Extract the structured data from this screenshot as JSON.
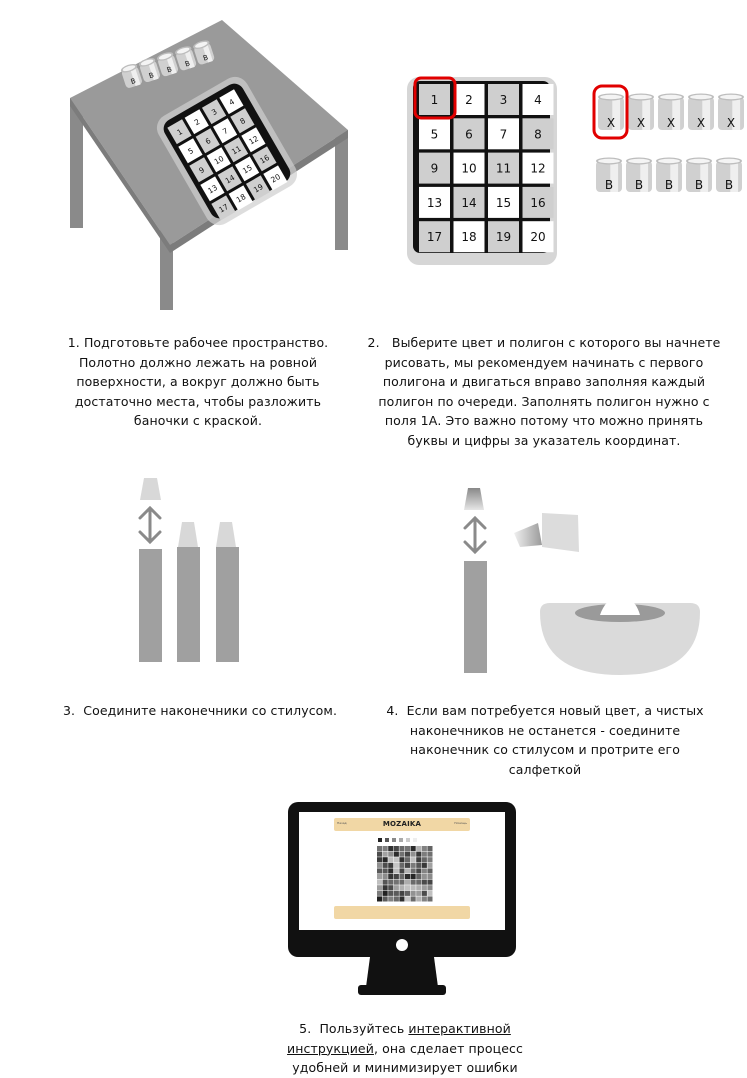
{
  "grid_numbers": [
    "1",
    "2",
    "3",
    "4",
    "5",
    "6",
    "7",
    "8",
    "9",
    "10",
    "11",
    "12",
    "13",
    "14",
    "15",
    "16",
    "17",
    "18",
    "19",
    "20"
  ],
  "cup_top_labels": [
    "X",
    "X",
    "X",
    "X",
    "X"
  ],
  "cup_bottom_labels": [
    "B",
    "B",
    "B",
    "B",
    "B"
  ],
  "table_cup_labels": [
    "B",
    "B",
    "B",
    "B",
    "B"
  ],
  "steps": [
    {
      "number": "1.",
      "lines": [
        "Подготовьте рабочее пространство.",
        "Полотно должно лежать на ровной",
        "поверхности, а вокруг должно быть",
        "достаточно места, чтобы разложить",
        "баночки с краской."
      ]
    },
    {
      "number": "2.",
      "lines": [
        "Выберите цвет и полигон с которого вы начнете",
        "рисовать, мы рекомендуем начинать с первого",
        "полигона и двигаться вправо заполняя каждый",
        "полигон по очереди. Заполнять полигон нужно с",
        "поля 1А. Это важно потому что можно принять",
        "буквы и цифры за указатель координат."
      ]
    },
    {
      "number": "3.",
      "lines": [
        "Соедините наконечники со стилусом."
      ]
    },
    {
      "number": "4.",
      "lines": [
        "Если вам потребуется новый цвет, а чистых",
        "наконечников не останется - соедините",
        "наконечник со стилусом и протрите его",
        "салфеткой"
      ]
    },
    {
      "number": "5.",
      "link_text": "интерактивной",
      "link_text_2": "инструкцией",
      "line1_prefix": "Пользуйтесь ",
      "line2_suffix": ", она сделает процесс",
      "line3": "удобней и минимизирует ошибки"
    }
  ],
  "monitor": {
    "app_title": "MOZAIKA",
    "header_left": "Назад",
    "header_right": "Помощь"
  }
}
